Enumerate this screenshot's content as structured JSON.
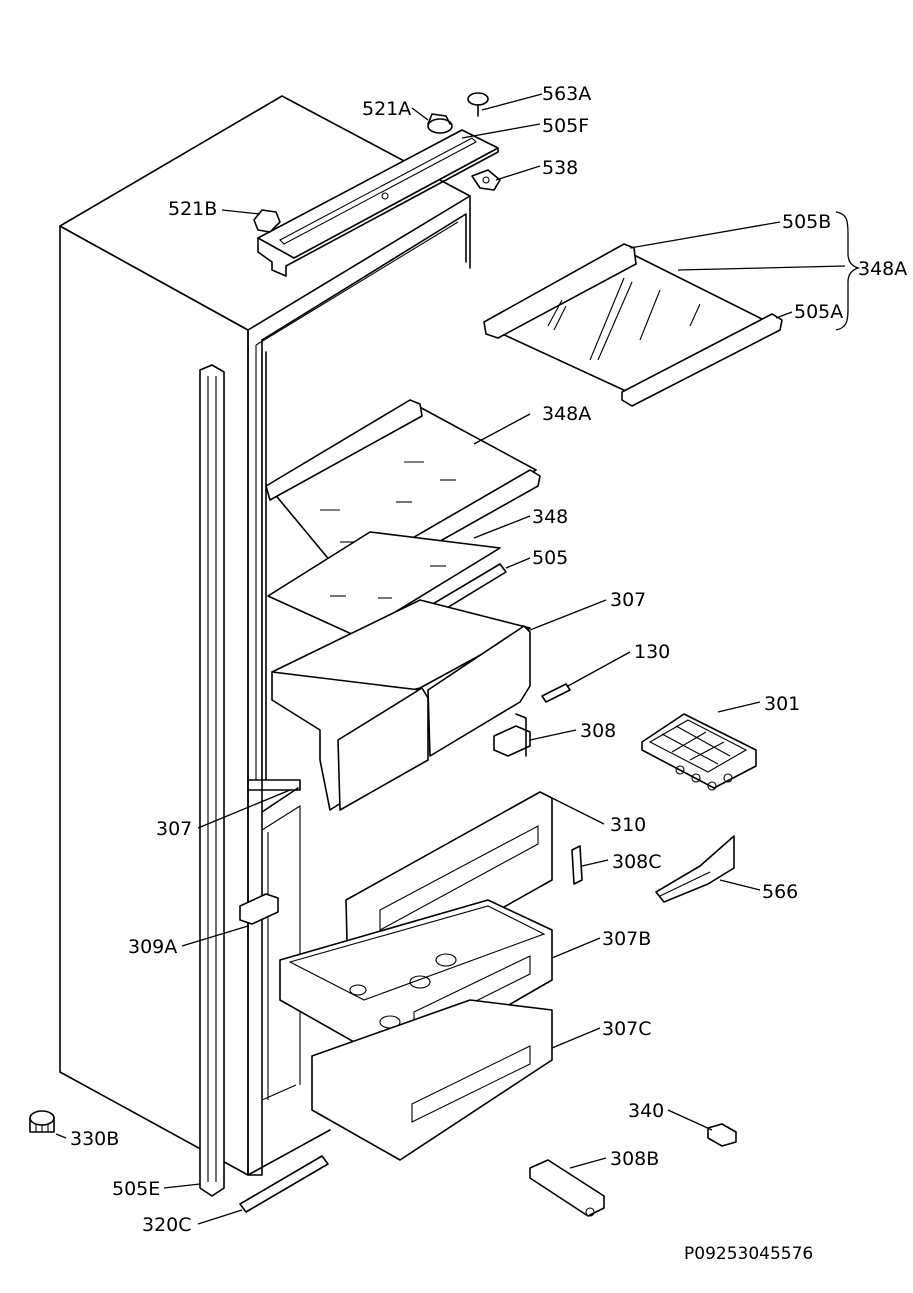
{
  "labels": {
    "l563a": "563A",
    "l521a": "521A",
    "l505f": "505F",
    "l538": "538",
    "l521b": "521B",
    "l505b": "505B",
    "l348a_top": "348A",
    "l505a": "505A",
    "l348a_mid": "348A",
    "l348": "348",
    "l505": "505",
    "l307_right": "307",
    "l130": "130",
    "l301": "301",
    "l308": "308",
    "l307_left": "307",
    "l310": "310",
    "l308c": "308C",
    "l566": "566",
    "l309a": "309A",
    "l307b": "307B",
    "l307c": "307C",
    "l340": "340",
    "l330b": "330B",
    "l308b": "308B",
    "l505e": "505E",
    "l320c": "320C"
  },
  "reference_code": "P09253045576"
}
